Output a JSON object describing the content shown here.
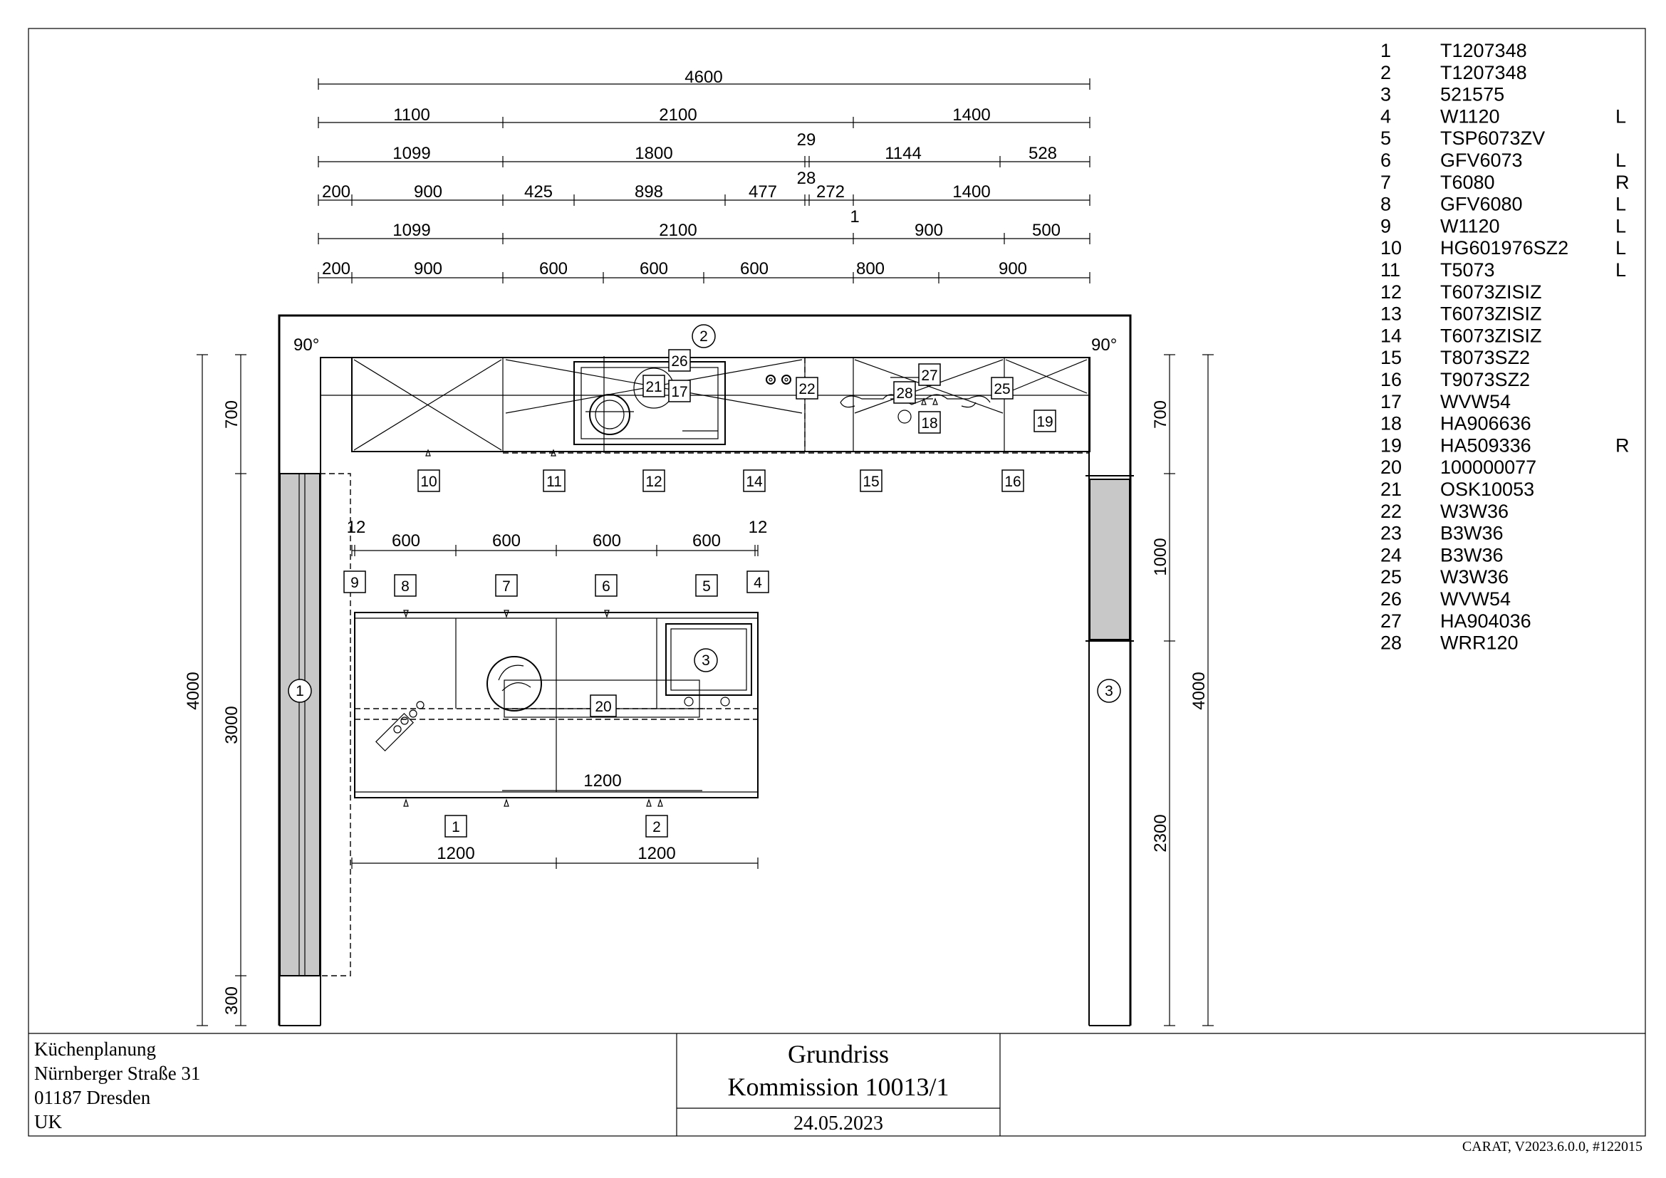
{
  "dimensions": {
    "row1": [
      "4600"
    ],
    "row2": [
      "1100",
      "2100",
      "1400"
    ],
    "row3": [
      "1099",
      "1800",
      "29",
      "1144",
      "528"
    ],
    "row4": [
      "200",
      "900",
      "425",
      "898",
      "477",
      "28",
      "272",
      "1400"
    ],
    "row5": [
      "1",
      "1099",
      "2100",
      "900",
      "500"
    ],
    "row6": [
      "200",
      "900",
      "600",
      "600",
      "600",
      "800",
      "900"
    ],
    "angle_left": "90°",
    "angle_right": "90°",
    "left_outer": "4000",
    "left_inner": [
      "700",
      "3000",
      "300"
    ],
    "right_outer": "4000",
    "right_inner": [
      "700",
      "1000",
      "2300"
    ],
    "island_top_ends": [
      "12",
      "12"
    ],
    "island_top": [
      "600",
      "600",
      "600",
      "600"
    ],
    "island_inner": "1200",
    "island_bottom": [
      "1200",
      "1200"
    ]
  },
  "labels": {
    "back_row_items": [
      "10",
      "11",
      "12",
      "14",
      "15",
      "16"
    ],
    "wall_items": [
      "26",
      "21",
      "17",
      "22",
      "27",
      "28",
      "18",
      "25",
      "19"
    ],
    "circle_items": [
      "2",
      "1",
      "3",
      "3"
    ],
    "island_front_items": [
      "9",
      "8",
      "7",
      "6",
      "5",
      "4"
    ],
    "island_inner_items": [
      "20"
    ],
    "island_back_items": [
      "1",
      "2"
    ]
  },
  "legend": [
    {
      "num": "1",
      "code": "T1207348",
      "side": ""
    },
    {
      "num": "2",
      "code": "T1207348",
      "side": ""
    },
    {
      "num": "3",
      "code": "521575",
      "side": ""
    },
    {
      "num": "4",
      "code": "W1120",
      "side": "L"
    },
    {
      "num": "5",
      "code": "TSP6073ZV",
      "side": ""
    },
    {
      "num": "6",
      "code": "GFV6073",
      "side": "L"
    },
    {
      "num": "7",
      "code": "T6080",
      "side": "R"
    },
    {
      "num": "8",
      "code": "GFV6080",
      "side": "L"
    },
    {
      "num": "9",
      "code": "W1120",
      "side": "L"
    },
    {
      "num": "10",
      "code": "HG601976SZ2",
      "side": "L"
    },
    {
      "num": "11",
      "code": "T5073",
      "side": "L"
    },
    {
      "num": "12",
      "code": "T6073ZISIZ",
      "side": ""
    },
    {
      "num": "13",
      "code": "T6073ZISIZ",
      "side": ""
    },
    {
      "num": "14",
      "code": "T6073ZISIZ",
      "side": ""
    },
    {
      "num": "15",
      "code": "T8073SZ2",
      "side": ""
    },
    {
      "num": "16",
      "code": "T9073SZ2",
      "side": ""
    },
    {
      "num": "17",
      "code": "WVW54",
      "side": ""
    },
    {
      "num": "18",
      "code": "HA906636",
      "side": ""
    },
    {
      "num": "19",
      "code": "HA509336",
      "side": "R"
    },
    {
      "num": "20",
      "code": "100000077",
      "side": ""
    },
    {
      "num": "21",
      "code": "OSK10053",
      "side": ""
    },
    {
      "num": "22",
      "code": "W3W36",
      "side": ""
    },
    {
      "num": "23",
      "code": "B3W36",
      "side": ""
    },
    {
      "num": "24",
      "code": "B3W36",
      "side": ""
    },
    {
      "num": "25",
      "code": "W3W36",
      "side": ""
    },
    {
      "num": "26",
      "code": "WVW54",
      "side": ""
    },
    {
      "num": "27",
      "code": "HA904036",
      "side": ""
    },
    {
      "num": "28",
      "code": "WRR120",
      "side": ""
    }
  ],
  "title_block": {
    "company": [
      "Küchenplanung",
      "Nürnberger Straße 31",
      "01187 Dresden",
      "UK"
    ],
    "title": "Grundriss",
    "commission": "Kommission 10013/1",
    "date": "24.05.2023"
  },
  "footer": "CARAT,  V2023.6.0.0,  #122015"
}
